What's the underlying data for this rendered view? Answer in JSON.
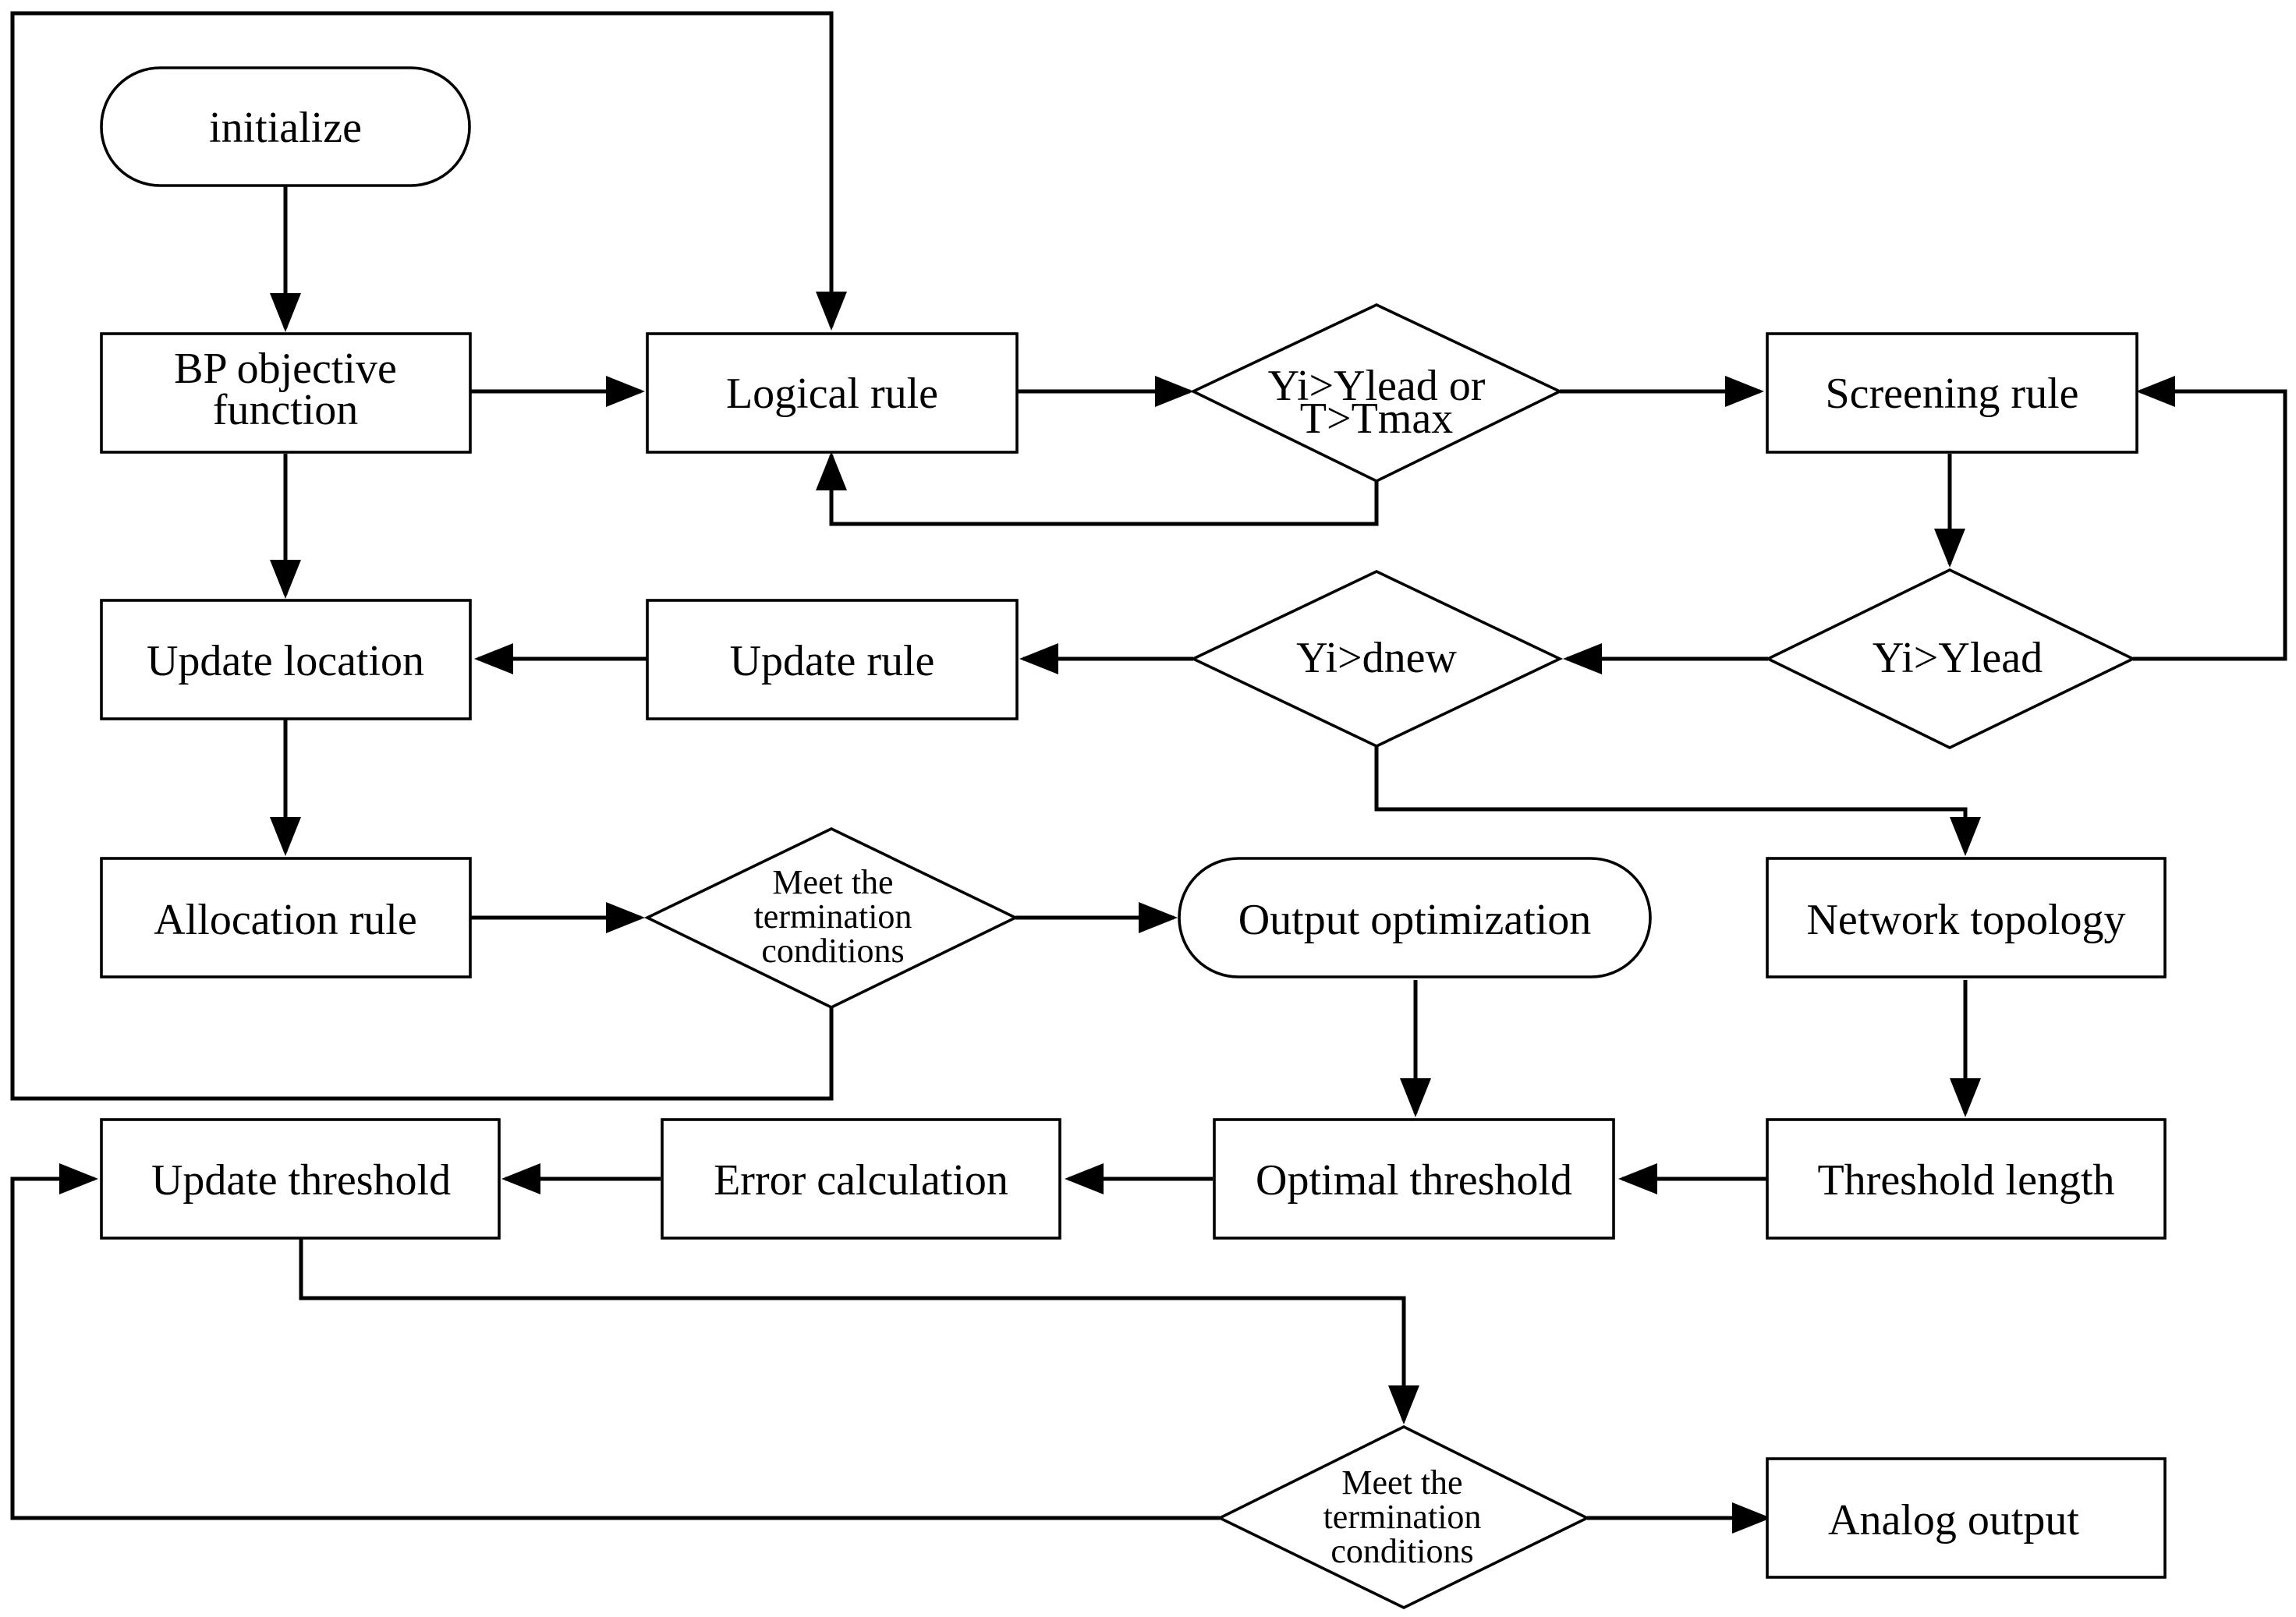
{
  "nodes": {
    "initialize": "initialize",
    "bp_objective_line1": "BP objective",
    "bp_objective_line2": "function",
    "logical_rule": "Logical rule",
    "decision_ylead_line1": "Yi>Ylead or",
    "decision_ylead_line2": "T>Tmax",
    "screening_rule": "Screening rule",
    "update_location": "Update location",
    "update_rule": "Update rule",
    "decision_dnew": "Yi>dnew",
    "decision_yi_ylead": "Yi>Ylead",
    "allocation_rule": "Allocation rule",
    "meet_term_1_line1": "Meet the",
    "meet_term_1_line2": "termination",
    "meet_term_1_line3": "conditions",
    "output_optimization": "Output optimization",
    "network_topology": "Network topology",
    "update_threshold": "Update threshold",
    "error_calculation": "Error calculation",
    "optimal_threshold": "Optimal threshold",
    "threshold_length": "Threshold length",
    "meet_term_2_line1": "Meet the",
    "meet_term_2_line2": "termination",
    "meet_term_2_line3": "conditions",
    "analog_output": "Analog output"
  },
  "edges": [
    {
      "from": "initialize",
      "to": "BP objective function"
    },
    {
      "from": "BP objective function",
      "to": "Logical rule"
    },
    {
      "from": "BP objective function",
      "to": "Update location"
    },
    {
      "from": "Logical rule",
      "to": "Yi>Ylead or T>Tmax"
    },
    {
      "from": "Yi>Ylead or T>Tmax",
      "to": "Screening rule"
    },
    {
      "from": "Yi>Ylead or T>Tmax",
      "to": "Logical rule"
    },
    {
      "from": "Screening rule",
      "to": "Yi>Ylead"
    },
    {
      "from": "Yi>Ylead",
      "to": "Screening rule"
    },
    {
      "from": "Yi>Ylead",
      "to": "Yi>dnew"
    },
    {
      "from": "Yi>dnew",
      "to": "Update rule"
    },
    {
      "from": "Yi>dnew",
      "to": "Network topology"
    },
    {
      "from": "Update rule",
      "to": "Update location"
    },
    {
      "from": "Update location",
      "to": "Allocation rule"
    },
    {
      "from": "Allocation rule",
      "to": "Meet the termination conditions"
    },
    {
      "from": "Meet the termination conditions",
      "to": "Output optimization"
    },
    {
      "from": "Meet the termination conditions",
      "to": "Logical rule"
    },
    {
      "from": "Output optimization",
      "to": "Optimal threshold"
    },
    {
      "from": "Network topology",
      "to": "Threshold length"
    },
    {
      "from": "Threshold length",
      "to": "Optimal threshold"
    },
    {
      "from": "Optimal threshold",
      "to": "Error calculation"
    },
    {
      "from": "Error calculation",
      "to": "Update threshold"
    },
    {
      "from": "Update threshold",
      "to": "Meet the termination conditions"
    },
    {
      "from": "Meet the termination conditions",
      "to": "Analog output"
    },
    {
      "from": "Meet the termination conditions",
      "to": "Update threshold"
    }
  ]
}
